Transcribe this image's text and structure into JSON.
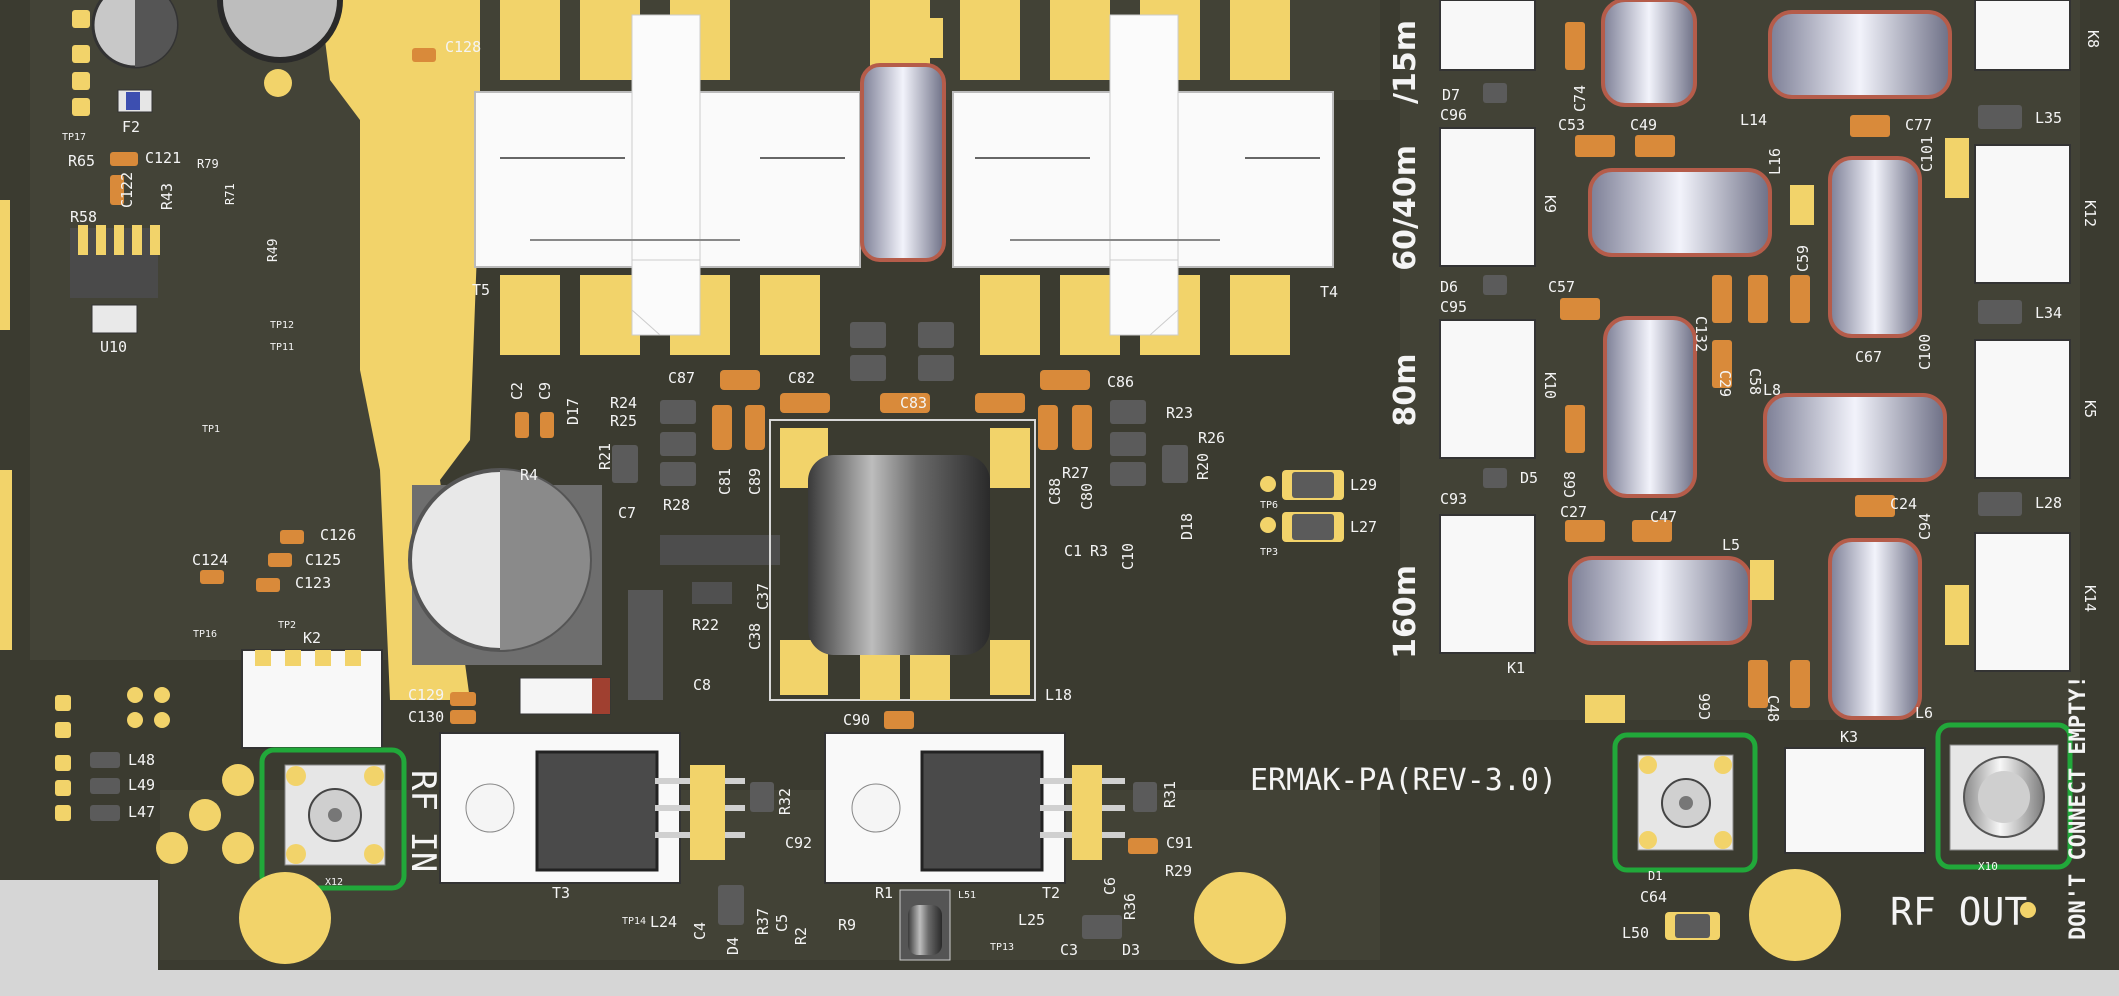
{
  "board": {
    "title": "ERMAK-PA(REV-3.0)",
    "output_label": "RF OUT",
    "warning": "DON'T CONNECT EMPTY!",
    "input_label": "RF IN"
  },
  "bands": [
    "/15m",
    "60/40m",
    "80m",
    "160m"
  ],
  "labels": {
    "F2": "F2",
    "TP17": "TP17",
    "R65": "R65",
    "C121": "C121",
    "C122": "C122",
    "R43": "R43",
    "R79": "R79",
    "R71": "R71",
    "R49": "R49",
    "R58": "R58",
    "U10": "U10",
    "C128": "C128",
    "TP12": "TP12",
    "TP11": "TP11",
    "TP1": "TP1",
    "T5": "T5",
    "T4": "T4",
    "C87": "C87",
    "C82": "C82",
    "C83": "C83",
    "C86": "C86",
    "R24": "R24",
    "R25": "R25",
    "R23": "R23",
    "R26": "R26",
    "R20": "R20",
    "C2": "C2",
    "C9": "C9",
    "D17": "D17",
    "R4": "R4",
    "R21": "R21",
    "R28": "R28",
    "C81": "C81",
    "C89": "C89",
    "R27": "R27",
    "C88": "C88",
    "C80": "C80",
    "C1": "C1",
    "R3": "R3",
    "C10": "C10",
    "D18": "D18",
    "C7": "C7",
    "C126": "C126",
    "C125": "C125",
    "C124": "C124",
    "C123": "C123",
    "TP2": "TP2",
    "TP16": "TP16",
    "K2": "K2",
    "R22": "R22",
    "C37": "C37",
    "C38": "C38",
    "C8": "C8",
    "C129": "C129",
    "C130": "C130",
    "C90": "C90",
    "L18": "L18",
    "TP6": "TP6",
    "TP3": "TP3",
    "L29": "L29",
    "L27": "L27",
    "L48": "L48",
    "L49": "L49",
    "L47": "L47",
    "X12": "X12",
    "R32": "R32",
    "C92": "C92",
    "R31": "R31",
    "C91": "C91",
    "R29": "R29",
    "C6": "C6",
    "R36": "R36",
    "T3": "T3",
    "T2": "T2",
    "R1": "R1",
    "L51": "L51",
    "TP14": "TP14",
    "L24": "L24",
    "C4": "C4",
    "D4": "D4",
    "R37": "R37",
    "C5": "C5",
    "R2": "R2",
    "R9": "R9",
    "TP13": "TP13",
    "L25": "L25",
    "C3": "C3",
    "D3": "D3",
    "K8": "K8",
    "D7": "D7",
    "C96": "C96",
    "C74": "C74",
    "C53": "C53",
    "C49": "C49",
    "L14": "L14",
    "C77": "C77",
    "L35": "L35",
    "K9": "K9",
    "L16": "L16",
    "C101": "C101",
    "K12": "K12",
    "D6": "D6",
    "C95": "C95",
    "C57": "C57",
    "C59": "C59",
    "C132": "C132",
    "C100": "C100",
    "L34": "L34",
    "K10": "K10",
    "C58": "C58",
    "C29": "C29",
    "L8": "L8",
    "C67": "C67",
    "K5": "K5",
    "D5": "D5",
    "C93": "C93",
    "C68": "C68",
    "C27": "C27",
    "C47": "C47",
    "C24": "C24",
    "L28": "L28",
    "C94": "C94",
    "L5": "L5",
    "K14": "K14",
    "K1": "K1",
    "C66": "C66",
    "C48": "C48",
    "K3": "K3",
    "X10": "X10",
    "C64": "C64",
    "L50": "L50",
    "D1": "D1",
    "L6": "L6"
  },
  "colors": {
    "board_background": "#3b3b30",
    "copper_pour": "#454539",
    "pad_gold": "#f2d36a",
    "silkscreen": "#f4f4f4",
    "highlight_green": "#21a83a",
    "page_gray": "#d6d6d6"
  }
}
